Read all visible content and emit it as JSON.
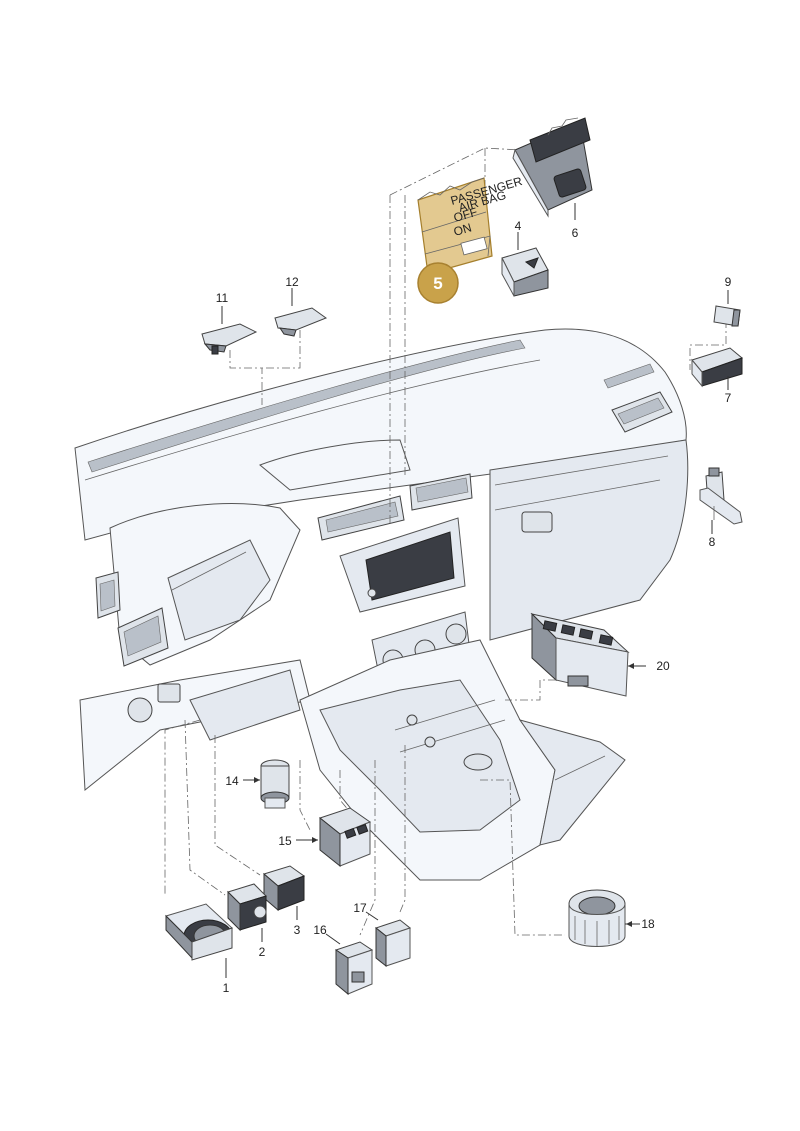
{
  "highlight": {
    "part_number": "5",
    "badge_color": "#c9a24a",
    "panel_color": "#d9b76b",
    "panel_text_lines": [
      "PASSENGER",
      "AIR BAG",
      "OFF",
      "ON"
    ]
  },
  "part_labels": [
    "1",
    "2",
    "3",
    "4",
    "6",
    "7",
    "8",
    "9",
    "11",
    "12",
    "14",
    "15",
    "16",
    "17",
    "18",
    "20"
  ]
}
